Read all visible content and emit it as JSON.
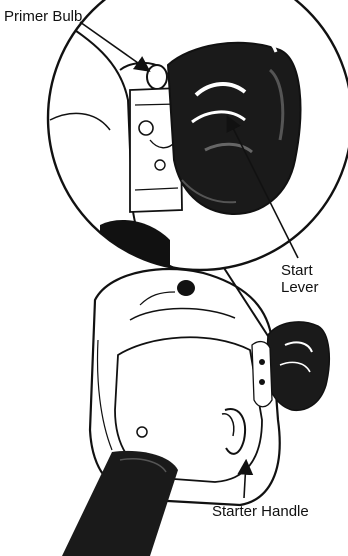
{
  "labels": {
    "primer_bulb": "Primer Bulb",
    "start_lever_line1": "Start",
    "start_lever_line2": "Lever",
    "starter_handle": "Starter Handle"
  },
  "colors": {
    "ink": "#111111",
    "paper": "#ffffff",
    "shade": "#1a1a1a"
  }
}
